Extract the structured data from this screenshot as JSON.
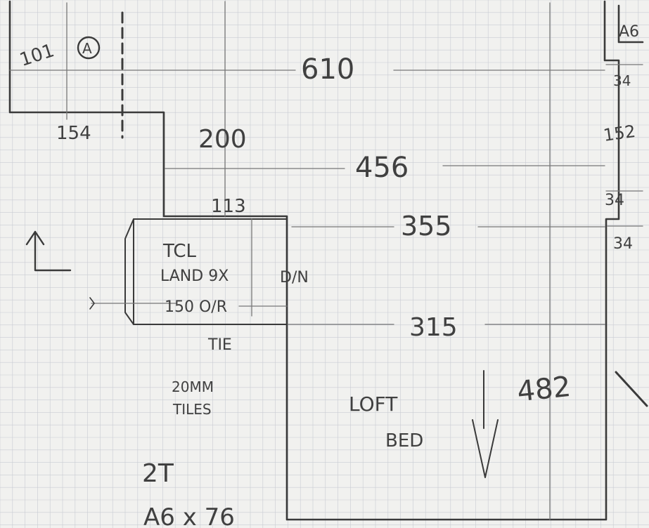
{
  "colors": {
    "paper": "#f1f1ef",
    "grid": "#c9ccd3",
    "pencil": "#3a3a3a"
  },
  "labels": {
    "d101": "101",
    "section_marker": "A",
    "d610": "610",
    "a6_top": "A6",
    "d34_top": "34",
    "d154": "154",
    "d200": "200",
    "d152": "152",
    "d456": "456",
    "d34_mid": "34",
    "d113": "113",
    "d355": "355",
    "d34_bot": "34",
    "tcl_line1": "TCL",
    "tcl_line2": "LAND 9X",
    "dn": "D/N",
    "d150": "150 O/R",
    "tie": "TIE",
    "d315": "315",
    "mm_line1": "20MM",
    "mm_line2": "TILES",
    "d482": "482",
    "loft_line1": "LOFT",
    "loft_line2": "BED",
    "d2t": "2T",
    "a6x76": "A6 x 76"
  }
}
